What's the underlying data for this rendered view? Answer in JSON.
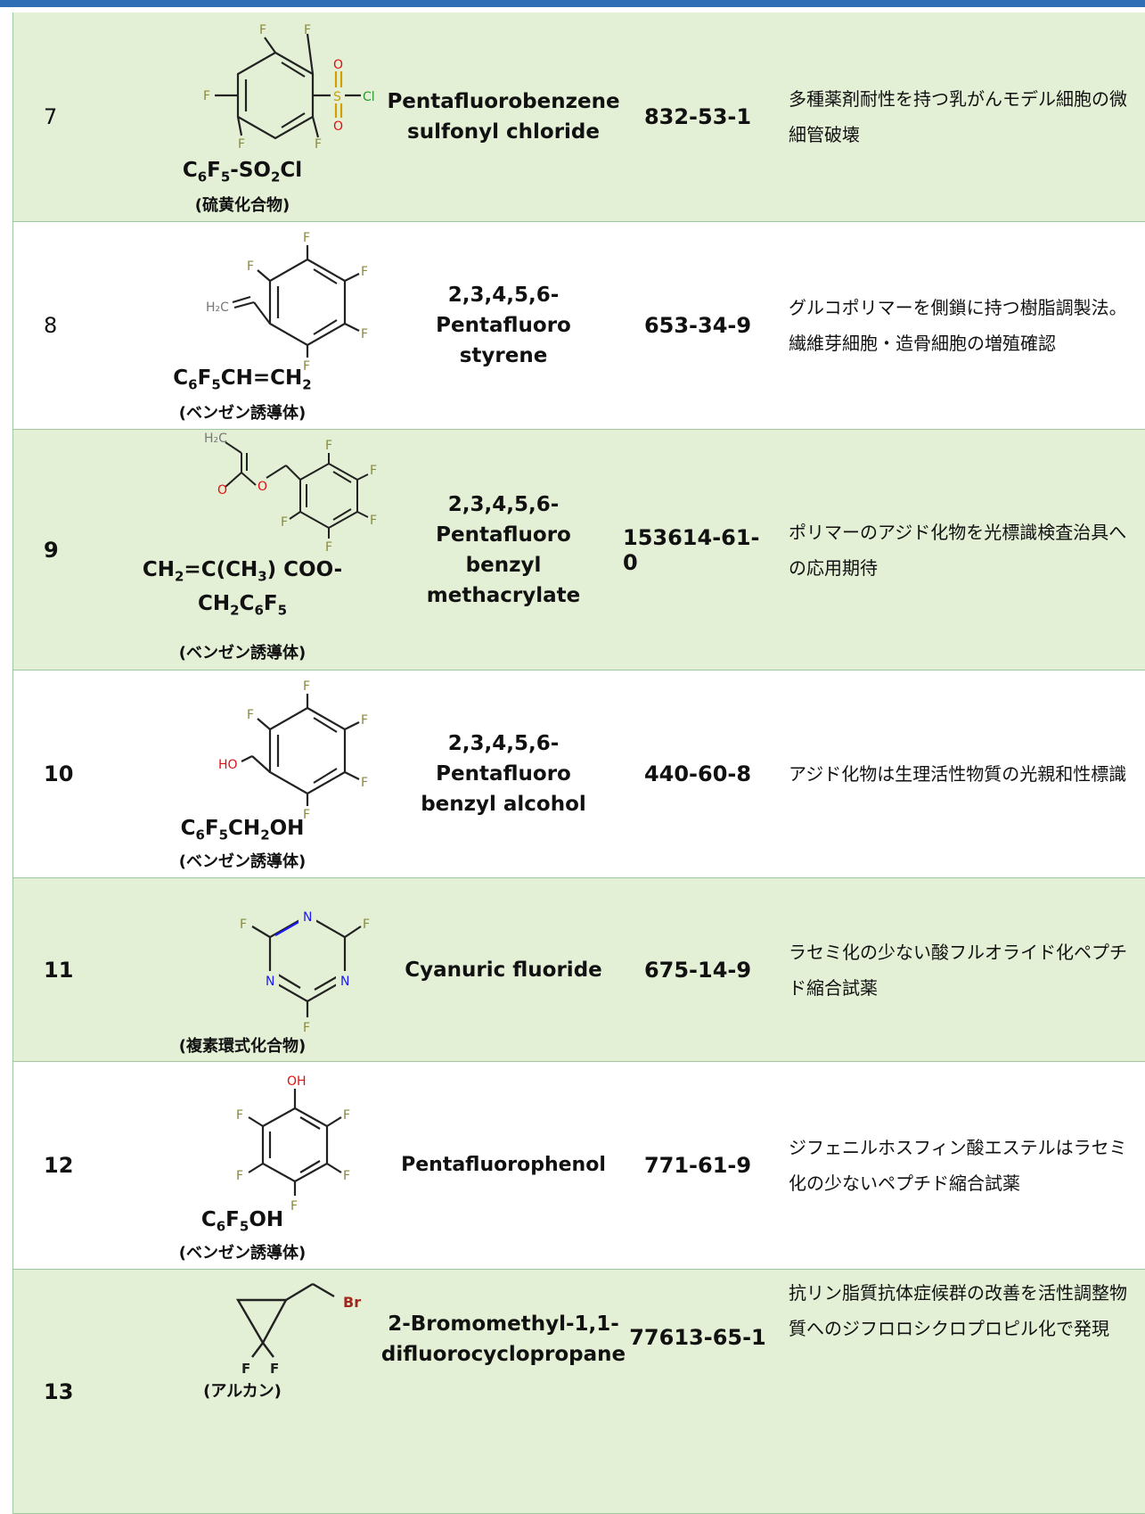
{
  "rows": [
    {
      "num": "7",
      "formula_html": "C<sub>6</sub>F<sub>5</sub>-SO<sub>2</sub>Cl",
      "class": "(硫黄化合物)",
      "name": "Pentafluorobenzene\nsulfonyl chloride",
      "cas": "832-53-1",
      "use": "多種薬剤耐性を持つ乳がんモデル細胞の微細管破壊"
    },
    {
      "num": "8",
      "formula_html": "C<sub>6</sub>F<sub>5</sub>CH=CH<sub>2</sub>",
      "class": "(ベンゼン誘導体)",
      "name": "2,3,4,5,6-Pentafluoro\nstyrene",
      "cas": "653-34-9",
      "use": "グルコポリマーを側鎖に持つ樹脂調製法。繊維芽細胞・造骨細胞の増殖確認"
    },
    {
      "num": "9",
      "formula_html": "CH<sub>2</sub>=C(CH<sub>3</sub>) COO-<br>CH<sub>2</sub>C<sub>6</sub>F<sub>5</sub>",
      "class": "(ベンゼン誘導体)",
      "name": "2,3,4,5,6-Pentafluoro\nbenzyl methacrylate",
      "cas": "153614-61-0",
      "use": "ポリマーのアジド化物を光標識検査治具への応用期待"
    },
    {
      "num": "10",
      "formula_html": "C<sub>6</sub>F<sub>5</sub>CH<sub>2</sub>OH",
      "class": "(ベンゼン誘導体)",
      "name": "2,3,4,5,6-Pentafluoro\nbenzyl alcohol",
      "cas": "440-60-8",
      "use": "アジド化物は生理活性物質の光親和性標識"
    },
    {
      "num": "11",
      "formula_html": "",
      "class": "(複素環式化合物)",
      "name": "Cyanuric fluoride",
      "cas": "675-14-9",
      "use": "ラセミ化の少ない酸フルオライド化ペプチド縮合試薬"
    },
    {
      "num": "12",
      "formula_html": "C<sub>6</sub>F<sub>5</sub>OH",
      "class": "(ベンゼン誘導体)",
      "name": "Pentafluorophenol",
      "cas": "771-61-9",
      "use": "ジフェニルホスフィン酸エステルはラセミ化の少ないペプチド縮合試薬"
    },
    {
      "num": "13",
      "formula_html": "",
      "class": "(アルカン)",
      "name": "2-Bromomethyl-1,1-\ndifluorocyclopropane",
      "cas": "77613-65-1",
      "use": "抗リン脂質抗体症候群の改善を活性調整物質へのジフロロシクロプロピル化で発現"
    }
  ],
  "atoms": {
    "F": "F",
    "O": "O",
    "S": "S",
    "Cl": "Cl",
    "N": "N",
    "HO": "HO",
    "OH": "OH",
    "Br": "Br",
    "H2C": "H₂C"
  },
  "colors": {
    "row_green": "#e4f0d6",
    "border": "#9cc9a0",
    "accent_bar": "#2f6db5",
    "fluorine": "#8a8a3a",
    "oxygen": "#e01010",
    "nitrogen": "#1a1aee",
    "sulfur": "#c8a000",
    "chlorine": "#2a9a2a",
    "bromine": "#a0281e"
  }
}
